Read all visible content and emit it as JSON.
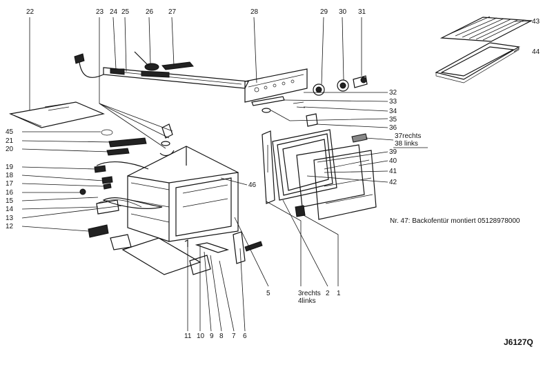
{
  "labels": {
    "n22": "22",
    "n23": "23",
    "n24": "24",
    "n25": "25",
    "n26": "26",
    "n27": "27",
    "n28": "28",
    "n29": "29",
    "n30": "30",
    "n31": "31",
    "n43": "43",
    "n44": "44",
    "n32": "32",
    "n33": "33",
    "n34": "34",
    "n35": "35",
    "n36": "36",
    "n39": "39",
    "n40": "40",
    "n41": "41",
    "n42": "42",
    "n46": "46",
    "n45": "45",
    "n21": "21",
    "n20": "20",
    "n19": "19",
    "n18": "18",
    "n17": "17",
    "n16": "16",
    "n15": "15",
    "n14": "14",
    "n13": "13",
    "n12": "12",
    "n11": "11",
    "n10": "10",
    "n9": "9",
    "n8": "8",
    "n7": "7",
    "n6": "6",
    "n5": "5",
    "n2": "2",
    "n1": "1"
  },
  "side_labels": {
    "rechts37": "37rechts",
    "links38": "38 links",
    "rechts3": "3rechts",
    "links4": "4links"
  },
  "note": "Nr. 47: Backofentür montiert 05128978000",
  "drawing_code": "J6127Q"
}
